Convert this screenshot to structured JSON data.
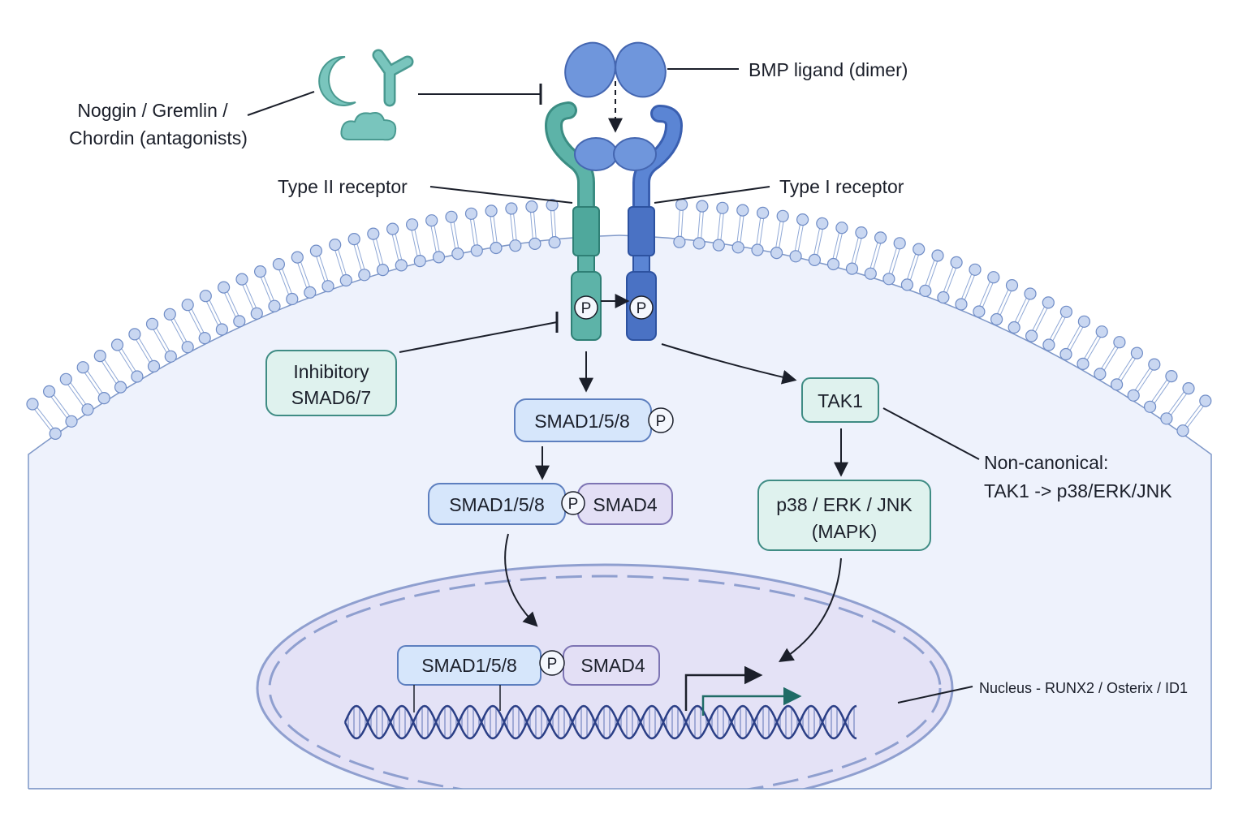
{
  "labels": {
    "ligand": "BMP ligand (dimer)",
    "antagonists_line1": "Noggin / Gremlin /",
    "antagonists_line2": "Chordin (antagonists)",
    "type2": "Type II receptor",
    "type1": "Type I receptor",
    "inhibitory_line1": "Inhibitory",
    "inhibitory_line2": "SMAD6/7",
    "smad158": "SMAD1/5/8",
    "smad4": "SMAD4",
    "phospho": "P",
    "tak1": "TAK1",
    "mapk_line1": "p38 / ERK / JNK",
    "mapk_line2": "(MAPK)",
    "noncanon_line1": "Non-canonical:",
    "noncanon_line2": "TAK1 -> p38/ERK/JNK",
    "nucleus": "Nucleus - RUNX2 / Osterix / ID1"
  },
  "colors": {
    "membrane": "#8fa8d6",
    "cytoplasm": "#eef2fc",
    "nucleus_fill": "#e4e2f6",
    "nucleus_border": "#8f9fcf",
    "type2_receptor": "#4fa89c",
    "type1_receptor": "#4a72c4",
    "ligand": "#6f96dc",
    "antagonist": "#79c5bd",
    "smad_box": "#d6e6fb",
    "smad4_box": "#e3dff5",
    "teal_box": "#dff2ee",
    "dna": "#2b3f86",
    "arrow": "#1b1f2a"
  },
  "icons": [
    "ligand-dimer-icon",
    "antagonist-icons",
    "receptor-icons",
    "phosphate-icon",
    "dna-helix-icon",
    "transcription-arrow-icon"
  ]
}
